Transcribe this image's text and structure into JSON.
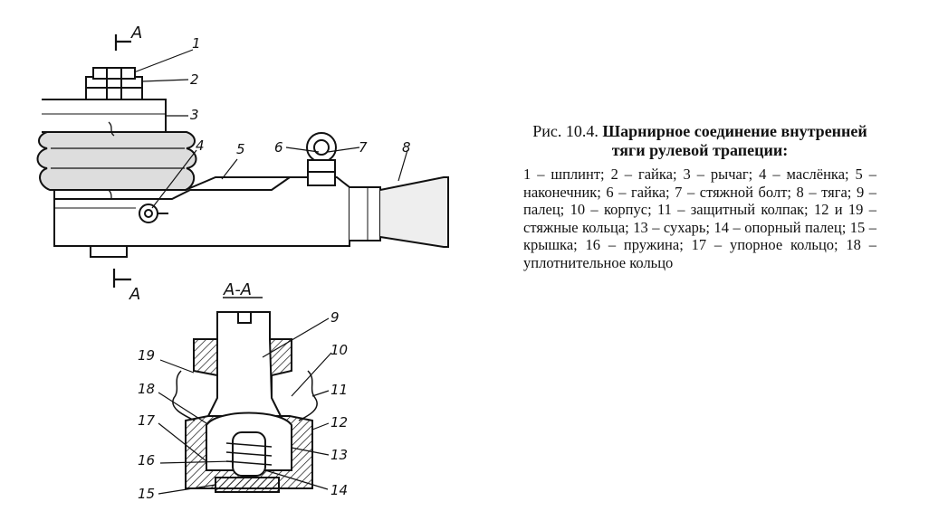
{
  "section_marks": {
    "top": "A",
    "bottom": "A",
    "section_title": "A-A"
  },
  "callouts_top": [
    "1",
    "2",
    "3",
    "4",
    "5",
    "6",
    "7",
    "8"
  ],
  "callouts_section": [
    "9",
    "10",
    "11",
    "12",
    "13",
    "14",
    "15",
    "16",
    "17",
    "18",
    "19"
  ],
  "caption": {
    "figure_number": "Рис. 10.4.",
    "title": "Шарнирное соединение внутренней тяги рулевой трапеции:",
    "legend": "1 – шплинт; 2 – гайка; 3 – рычаг; 4 – маслёнка; 5 – наконечник; 6 – гайка; 7 – стяжной болт; 8 – тяга; 9 – палец; 10 – корпус; 11 – защитный колпак; 12 и 19 – стяжные кольца; 13 – сухарь; 14 – опорный палец; 15 – крышка; 16 – пружина; 17 – упорное кольцо; 18 – уплотнительное кольцо"
  }
}
